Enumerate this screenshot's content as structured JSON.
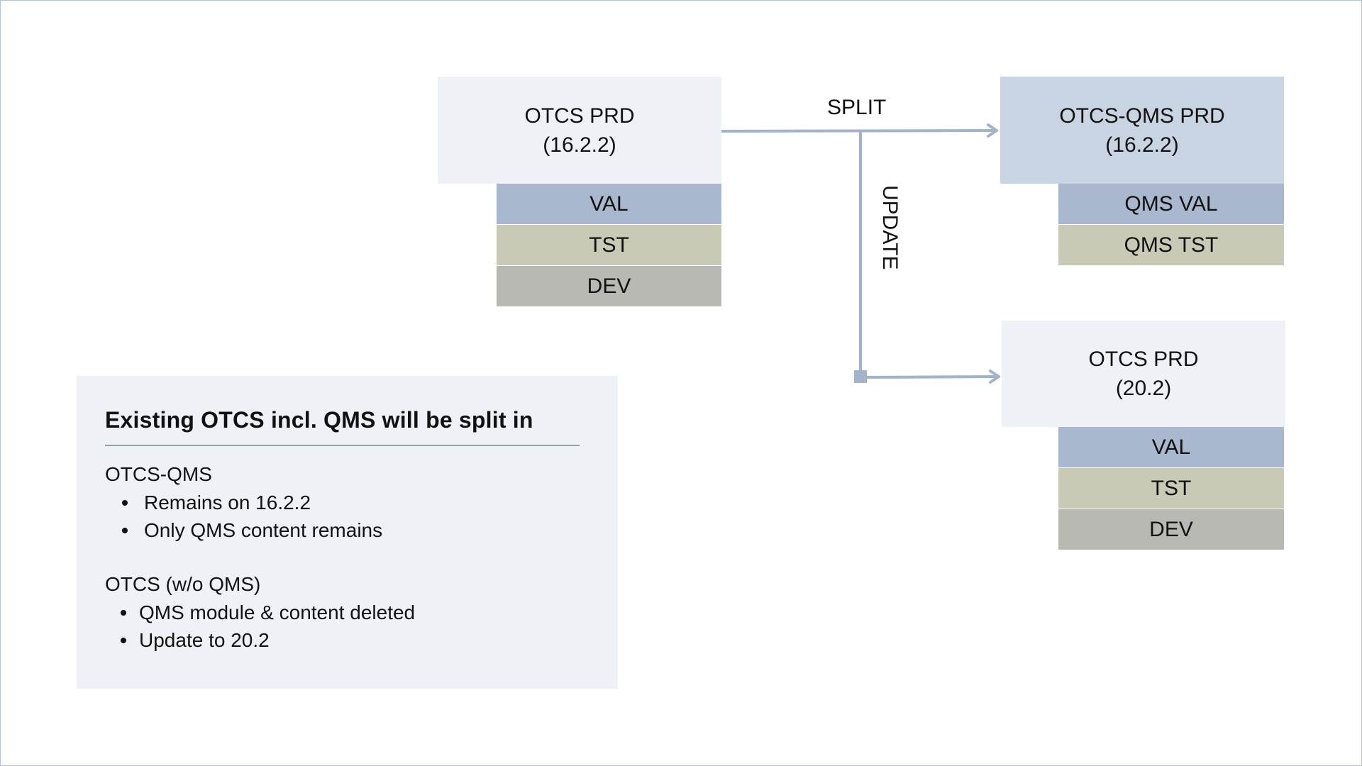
{
  "source": {
    "title_line1": "OTCS PRD",
    "title_line2": "(16.2.2)",
    "envs": [
      "VAL",
      "TST",
      "DEV"
    ]
  },
  "qms_target": {
    "title_line1": "OTCS-QMS PRD",
    "title_line2": "(16.2.2)",
    "envs": [
      "QMS VAL",
      "QMS TST"
    ]
  },
  "update_target": {
    "title_line1": "OTCS PRD",
    "title_line2": "(20.2)",
    "envs": [
      "VAL",
      "TST",
      "DEV"
    ]
  },
  "connectors": {
    "split_label": "SPLIT",
    "update_label": "UPDATE"
  },
  "info": {
    "title": "Existing OTCS incl. QMS will be split in",
    "groups": [
      {
        "title": "OTCS-QMS",
        "items": [
          "Remains on 16.2.2",
          "Only QMS content remains"
        ]
      },
      {
        "title": "OTCS (w/o QMS)",
        "items": [
          "QMS module & content deleted",
          "Update to 20.2"
        ]
      }
    ]
  },
  "colors": {
    "light_box": "#eef2f7",
    "medium_box": "#c8d4e2",
    "val": "#a9b8cf",
    "tst": "#c9cab5",
    "dev": "#b9b9b4",
    "connector": "#a3b3cb"
  }
}
